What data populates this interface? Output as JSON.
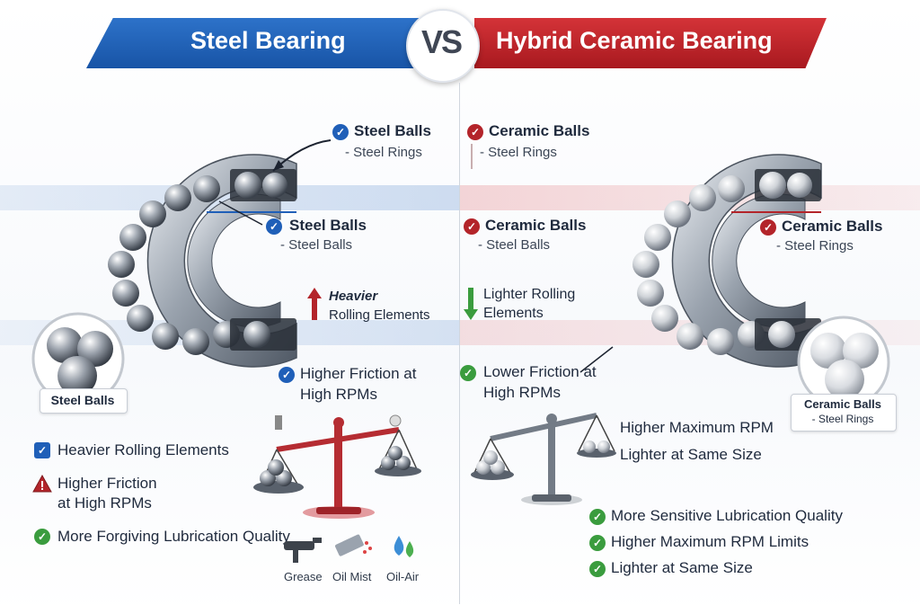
{
  "header": {
    "left_title": "Steel Bearing",
    "vs": "VS",
    "right_title": "Hybrid Ceramic Bearing"
  },
  "steel": {
    "callout1": {
      "title": "Steel Balls",
      "sub": "- Steel Rings"
    },
    "callout2": {
      "title": "Steel Balls",
      "sub": "- Steel Balls"
    },
    "heavier_title": "Heavier",
    "heavier_sub": "Rolling Elements",
    "friction_line1": "Higher Friction at",
    "friction_line2": "High RPMs",
    "badge": "Steel Balls",
    "list": {
      "item1": "Heavier Rolling Elements",
      "item2_line1": "Higher Friction",
      "item2_line2": "at High RPMs",
      "item3": "More Forgiving Lubrication Quality"
    },
    "lube": {
      "grease": "Grease",
      "oil_mist": "Oil Mist",
      "oil_air": "Oil-Air"
    }
  },
  "ceramic": {
    "callout1": {
      "title": "Ceramic Balls",
      "sub": "- Steel Rings"
    },
    "callout2": {
      "title": "Ceramic Balls",
      "sub": "- Steel Balls"
    },
    "callout3": {
      "title": "Ceramic Balls",
      "sub": "- Steel Rings"
    },
    "lighter_line1": "Lighter Rolling",
    "lighter_line2": "Elements",
    "friction_line1": "Lower Friction at",
    "friction_line2": "High RPMs",
    "scale_line1": "Higher Maximum RPM",
    "scale_line2": "Lighter at Same Size",
    "badge": {
      "title": "Ceramic Balls",
      "sub": "- Steel Rings"
    },
    "list": {
      "item1": "More Sensitive Lubrication Quality",
      "item2": "Higher Maximum RPM Limits",
      "item3": "Lighter at Same Size"
    }
  },
  "colors": {
    "steel_blue": "#1f5fb8",
    "ceramic_red": "#b3242a",
    "check_green": "#3a9c3e"
  },
  "icons": [
    "check-icon",
    "arrow-up-icon",
    "arrow-down-icon",
    "warning-icon",
    "bearing-icon",
    "balance-scale-icon",
    "grease-gun-icon",
    "oil-mist-icon",
    "oil-air-icon"
  ]
}
